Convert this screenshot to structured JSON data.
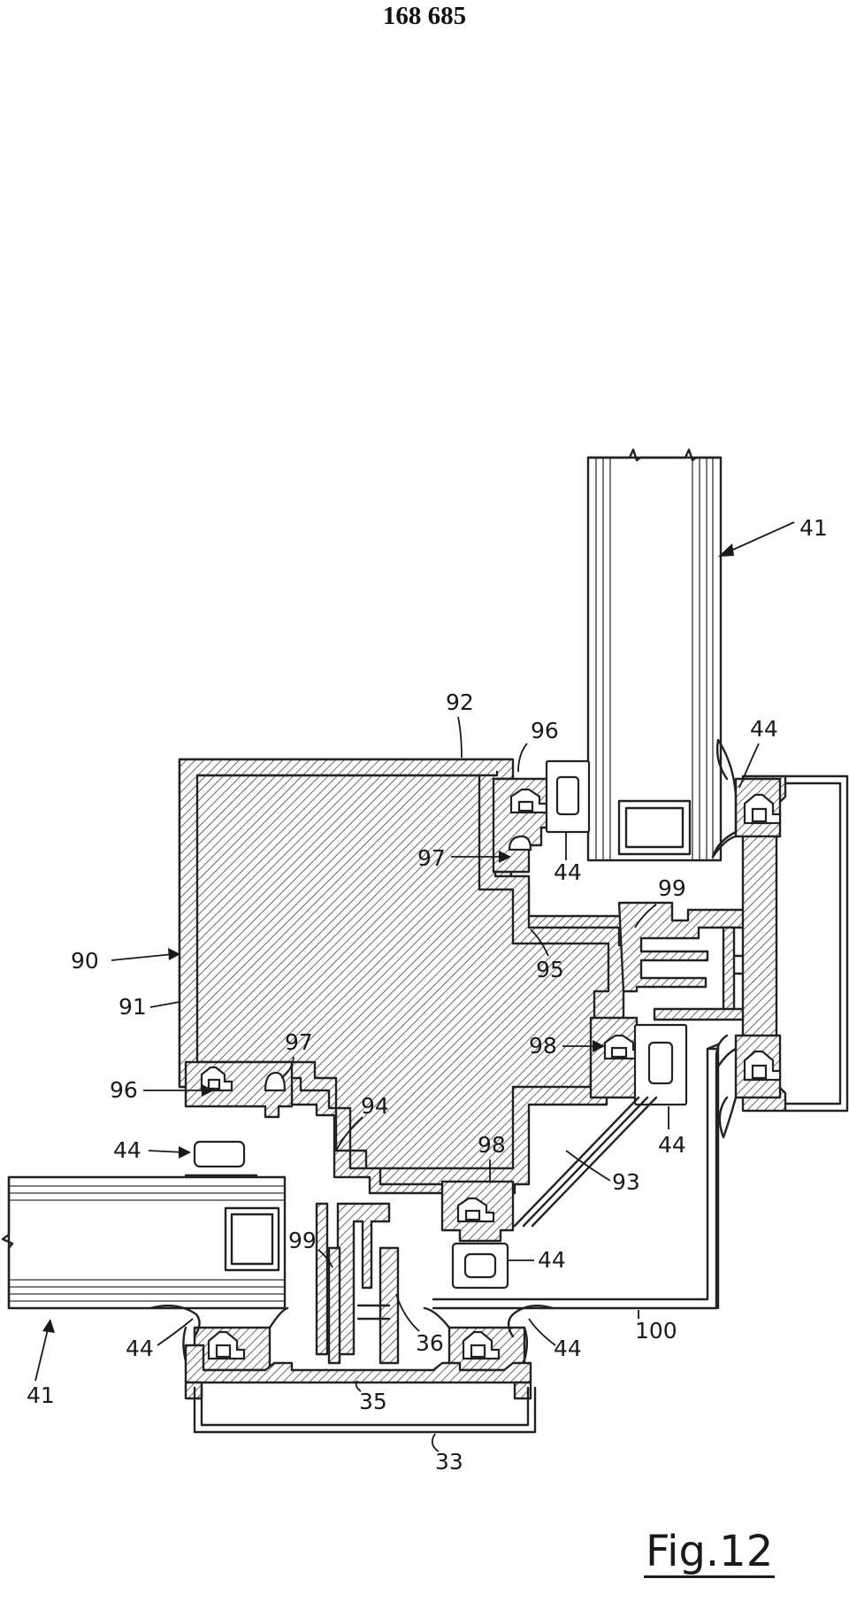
{
  "header": {
    "doc_number": "168 685"
  },
  "figure": {
    "caption": "Fig.12",
    "labels": [
      {
        "id": "lbl-41-top",
        "text": "41"
      },
      {
        "id": "lbl-92",
        "text": "92"
      },
      {
        "id": "lbl-96-top",
        "text": "96"
      },
      {
        "id": "lbl-44-top-right",
        "text": "44"
      },
      {
        "id": "lbl-97-right",
        "text": "97"
      },
      {
        "id": "lbl-44-mid",
        "text": "44"
      },
      {
        "id": "lbl-99-right",
        "text": "99"
      },
      {
        "id": "lbl-95",
        "text": "95"
      },
      {
        "id": "lbl-90",
        "text": "90"
      },
      {
        "id": "lbl-91",
        "text": "91"
      },
      {
        "id": "lbl-98-right",
        "text": "98"
      },
      {
        "id": "lbl-97-left",
        "text": "97"
      },
      {
        "id": "lbl-96-left",
        "text": "96"
      },
      {
        "id": "lbl-94",
        "text": "94"
      },
      {
        "id": "lbl-44-left",
        "text": "44"
      },
      {
        "id": "lbl-44-right-lower",
        "text": "44"
      },
      {
        "id": "lbl-98-bottom",
        "text": "98"
      },
      {
        "id": "lbl-93",
        "text": "93"
      },
      {
        "id": "lbl-99-left",
        "text": "99"
      },
      {
        "id": "lbl-44-center",
        "text": "44"
      },
      {
        "id": "lbl-44-bottom-left",
        "text": "44"
      },
      {
        "id": "lbl-36",
        "text": "36"
      },
      {
        "id": "lbl-44-bottom-right",
        "text": "44"
      },
      {
        "id": "lbl-100",
        "text": "100"
      },
      {
        "id": "lbl-41-bottom",
        "text": "41"
      },
      {
        "id": "lbl-35",
        "text": "35"
      },
      {
        "id": "lbl-33",
        "text": "33"
      }
    ]
  }
}
